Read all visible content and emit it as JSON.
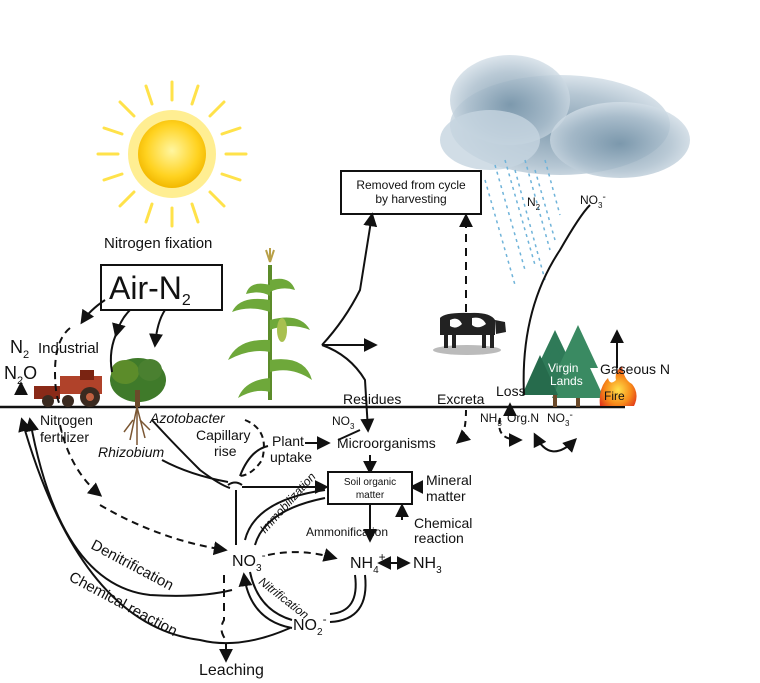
{
  "labels": {
    "nitrogen_fixation": "Nitrogen fixation",
    "air_n2": "Air-N",
    "air_n2_sub": "2",
    "n2_top": "N",
    "n2_top_sub": "2",
    "industrial": "Industrial",
    "n2o_n": "N",
    "n2o_sub": "2",
    "n2o_o": "O",
    "nitrogen_fertilizer_1": "Nitrogen",
    "nitrogen_fertilizer_2": "fertilizer",
    "azotobacter": "Azotobacter",
    "rhizobium": "Rhizobium",
    "capillary_1": "Capillary",
    "capillary_2": "rise",
    "plant_uptake_1": "Plant",
    "plant_uptake_2": "uptake",
    "removed_1": "Removed from cycle",
    "removed_2": "by harvesting",
    "residues": "Residues",
    "excreta": "Excreta",
    "loss": "Loss",
    "virgin_1": "Virgin",
    "virgin_2": "Lands",
    "fire": "Fire",
    "gaseous_n": "Gaseous N",
    "cloud_n2": "N",
    "cloud_n2_sub": "2",
    "cloud_no3": "NO",
    "cloud_no3_sub": "3",
    "cloud_no3_sup": "-",
    "no3_soil": "NO",
    "no3_soil_sub": "3",
    "nh3_org": "NH",
    "nh3_org_sub": "3",
    "org_n": "Org.N",
    "no3_right": "NO",
    "no3_right_sub": "3",
    "no3_right_sup": "-",
    "microorganisms": "Microorganisms",
    "som_1": "Soil organic",
    "som_2": "matter",
    "mineral_1": "Mineral",
    "mineral_2": "matter",
    "immobilization": "Immobilization",
    "ammonification": "Ammonification",
    "chem_reaction_1": "Chemical",
    "chem_reaction_2": "reaction",
    "no3_center": "NO",
    "no3_center_sub": "3",
    "no3_center_sup": "-",
    "nh4": "NH",
    "nh4_sub": "4",
    "nh4_sup": "+",
    "nh3": "NH",
    "nh3_sub": "3",
    "nitrification": "Nitrification",
    "no2": "NO",
    "no2_sub": "2",
    "no2_sup": "-",
    "denitrification": "Denitrification",
    "chemical_reaction": "Chemical reaction",
    "leaching": "Leaching"
  },
  "colors": {
    "sun": "#ffd21f",
    "sun_ray": "#ffe24a",
    "cloud": "#a8bccb",
    "rain": "#6fb3d9",
    "tractor": "#b0422a",
    "plant": "#5c8c2a",
    "tree": "#2f7a58",
    "fire": "#f07818",
    "line": "#111111"
  }
}
